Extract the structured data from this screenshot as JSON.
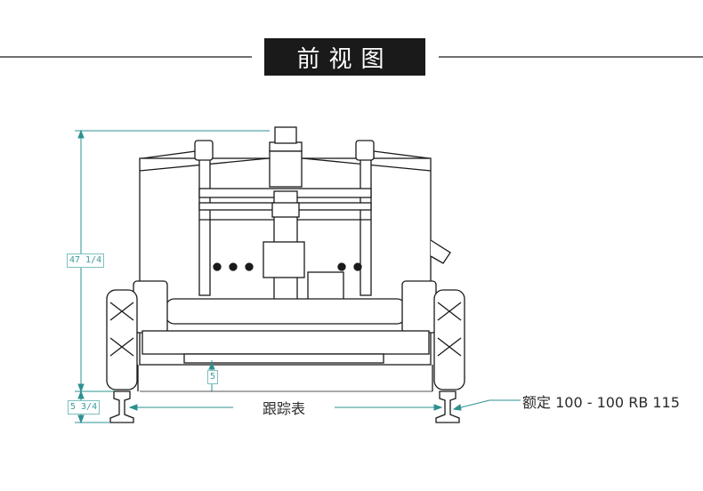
{
  "title": "前视图",
  "labels": {
    "track_gauge": "跟踪表",
    "rail_rating": "额定 100 - 100 RB 115"
  },
  "dimensions": {
    "overall_height": "47 1/4",
    "rail_height": "5 3/4",
    "ground_clearance": "5"
  },
  "colors": {
    "line": "#1a1a1a",
    "dimension": "#2e9090",
    "title_bg": "#1a1a1a"
  }
}
